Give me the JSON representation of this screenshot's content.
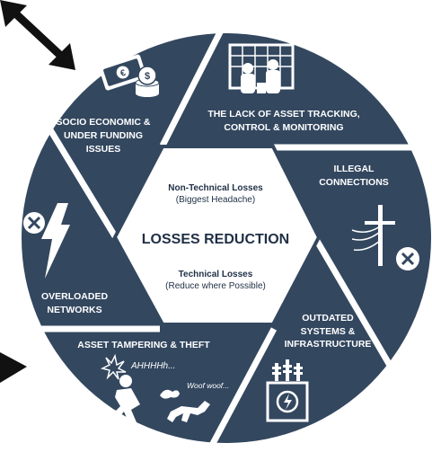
{
  "colors": {
    "segment": "#33475f",
    "gap": "#ffffff",
    "center_fill": "#ffffff",
    "center_border": "#33475f",
    "icon_white": "#ffffff",
    "arrow": "#111111"
  },
  "center": {
    "title": "LOSSES REDUCTION",
    "top_bold": "Non-Technical Losses",
    "top_sub": "(Biggest Headache)",
    "bottom_bold": "Technical Losses",
    "bottom_sub": "(Reduce where Possible)"
  },
  "segments": [
    {
      "id": "socio",
      "lines": [
        "SOCIO ECONOMIC &",
        "UNDER FUNDING",
        "ISSUES"
      ],
      "icon": "money-icon"
    },
    {
      "id": "tracking",
      "lines": [
        "THE LACK OF ASSET TRACKING,",
        "CONTROL & MONITORING"
      ],
      "icon": "monitoring-icon"
    },
    {
      "id": "illegal",
      "lines": [
        "ILLEGAL",
        "CONNECTIONS"
      ],
      "icon": "power-pole-icon"
    },
    {
      "id": "outdated",
      "lines": [
        "OUTDATED",
        "SYSTEMS &",
        "INFRASTRUCTURE"
      ],
      "icon": "transformer-icon"
    },
    {
      "id": "tampering",
      "lines": [
        "ASSET TAMPERING & THEFT"
      ],
      "icon": "theft-icon",
      "sounds": [
        "AHHHHh...",
        "Woof woof..."
      ]
    },
    {
      "id": "overloaded",
      "lines": [
        "OVERLOADED",
        "NETWORKS"
      ],
      "icon": "lightning-icon"
    }
  ]
}
